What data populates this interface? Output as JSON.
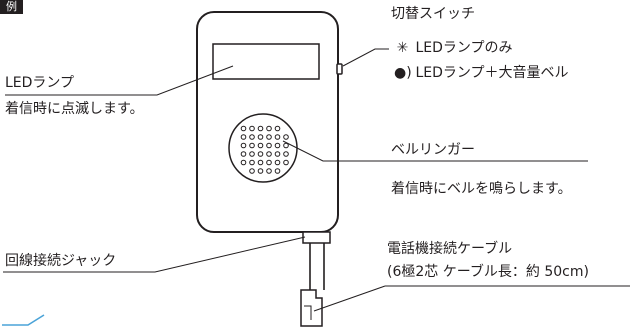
{
  "corner_tag": "例",
  "switch": {
    "title": "切替スイッチ",
    "mode_led": {
      "icon": "sun-icon",
      "glyph": "✳",
      "label": "LEDランプのみ"
    },
    "mode_bell": {
      "icon": "bell-sound-icon",
      "glyph": "●)",
      "label": "LEDランプ＋大音量ベル"
    }
  },
  "led": {
    "title": "LEDランプ",
    "desc": "着信時に点滅します。"
  },
  "ringer": {
    "title": "ベルリンガー",
    "desc": "着信時にベルを鳴らします。"
  },
  "jack": {
    "title": "回線接続ジャック"
  },
  "cable": {
    "title": "電話機接続ケーブル",
    "spec": "(6極2芯 ケーブル長：約 50cm)"
  },
  "colors": {
    "ink": "#231f20",
    "accent": "#4aa3d8",
    "background": "#ffffff"
  }
}
